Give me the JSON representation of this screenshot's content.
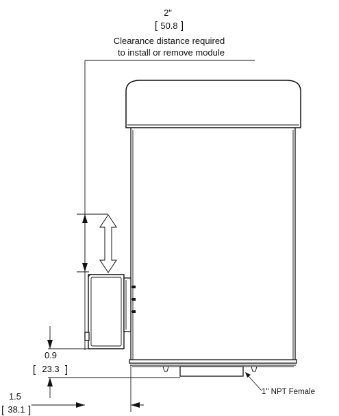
{
  "dimensions": {
    "clearance": {
      "in": "2\"",
      "mm": "50.8",
      "note_line1": "Clearance distance required",
      "note_line2": "to install or remove module"
    },
    "module_offset": {
      "in": "0.9",
      "mm": "23.3"
    },
    "side_offset": {
      "in": "1.5",
      "mm": "38.1"
    }
  },
  "callouts": {
    "port": "1\" NPT Female"
  }
}
